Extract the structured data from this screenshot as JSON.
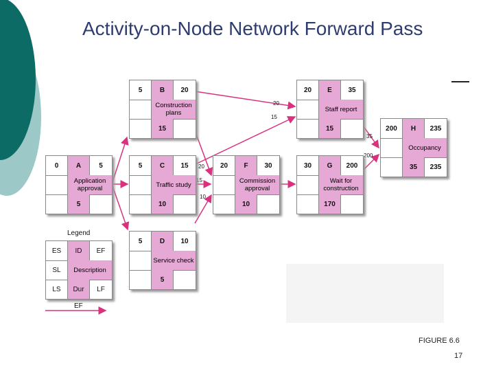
{
  "title": "Activity-on-Node Network Forward Pass",
  "figure_label": "FIGURE 6.6",
  "page_number": "17",
  "legend": {
    "title": "Legend",
    "cells": {
      "es": "ES",
      "id": "ID",
      "ef": "EF",
      "sl": "SL",
      "desc": "Description",
      "ls": "LS",
      "dur": "Dur",
      "lf": "LF"
    },
    "arrow_label": "EF"
  },
  "nodes": {
    "A": {
      "es": "0",
      "id": "A",
      "ef": "5",
      "desc": "Application approval",
      "dur": "5"
    },
    "B": {
      "es": "5",
      "id": "B",
      "ef": "20",
      "desc": "Construction plans",
      "dur": "15"
    },
    "C": {
      "es": "5",
      "id": "C",
      "ef": "15",
      "desc": "Traffic study",
      "dur": "10"
    },
    "D": {
      "es": "5",
      "id": "D",
      "ef": "10",
      "desc": "Service check",
      "dur": "5"
    },
    "F": {
      "es": "20",
      "id": "F",
      "ef": "30",
      "desc": "Commission approval",
      "dur": "10"
    },
    "E": {
      "es": "20",
      "id": "E",
      "ef": "35",
      "desc": "Staff report",
      "dur": "15"
    },
    "G": {
      "es": "30",
      "id": "G",
      "ef": "200",
      "desc": "Wait for construction",
      "dur": "170"
    },
    "H": {
      "es": "200",
      "id": "H",
      "ef": "235",
      "desc": "Occupancy",
      "dur": "35",
      "lf": "235"
    }
  },
  "arrow_labels": {
    "b_e": "20",
    "b_f": "15",
    "c_f_top": "20",
    "c_f_mid": "15",
    "d_f": "10",
    "e_h": "35",
    "g_h": "200"
  },
  "colors": {
    "accent_teal": "#0d6b66",
    "light_teal": "#9cc9c8",
    "highlight": "#e6a8d4",
    "arrow": "#d8327f",
    "title": "#2e3c70"
  }
}
